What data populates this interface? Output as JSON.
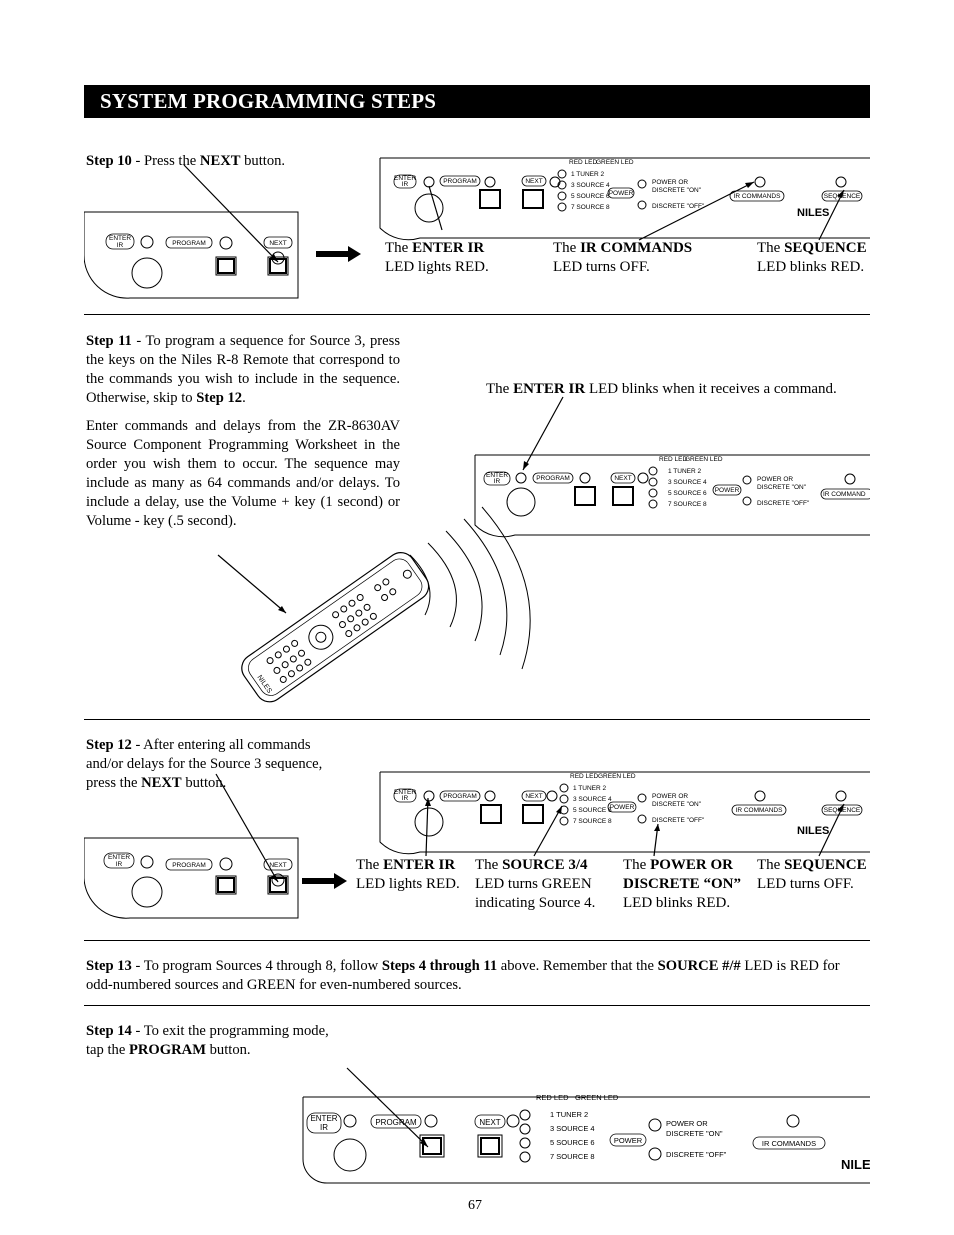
{
  "page_title": "SYSTEM PROGRAMMING STEPS",
  "page_number": "67",
  "panel": {
    "enter_ir": "ENTER",
    "enter_ir_2": "IR",
    "program": "PROGRAM",
    "next": "NEXT",
    "red_led": "RED LED",
    "green_led": "GREEN LED",
    "row1": "1   TUNER   2",
    "row2": "3   SOURCE  4",
    "row3": "5   SOURCE  6",
    "row4": "7   SOURCE  8",
    "power": "POWER",
    "power_or": "POWER OR",
    "discrete_on": "DISCRETE \"ON\"",
    "discrete_off": "DISCRETE \"OFF\"",
    "ir_commands": "IR COMMANDS",
    "sequence": "SEQUENCE",
    "brand": "NILES",
    "brand_cut": "NILE",
    "ir_command_cut": "IR COMMAND"
  },
  "remote_brand": "NILES",
  "step10": {
    "bold": "Step 10",
    "t1": " - Press the ",
    "bold2": "NEXT",
    "t2": " button."
  },
  "step10_captions": {
    "c1_pre": "The ",
    "c1_bold": "ENTER IR",
    "c1_post": "LED lights RED.",
    "c2_pre": "The ",
    "c2_bold": "IR COMMANDS",
    "c2_post": "LED turns OFF.",
    "c3_pre": "The ",
    "c3_bold": "SEQUENCE",
    "c3_post": "LED blinks RED."
  },
  "step11": {
    "bold": "Step 11",
    "t1": " - To program a sequence for Source 3, press the keys on the Niles R-8 Remote that correspond to the commands you wish to include in the sequence. Otherwise, skip to ",
    "bold2": "Step 12",
    "t2": ".",
    "p2": "Enter commands and delays from the ZR-8630AV Source Component Programming Worksheet in the order you wish them to occur. The sequence may include as many as 64 commands and/or delays. To include a delay, use the Volume + key (1 second) or Volume - key (.5 second)."
  },
  "step11_caption": {
    "pre": "The ",
    "bold": "ENTER IR",
    "post": " LED blinks when it receives a command."
  },
  "step12": {
    "bold": "Step 12",
    "t1": " - After entering all commands and/or delays for the Source 3 sequence, press the ",
    "bold2": "NEXT",
    "t2": " button."
  },
  "step12_captions": {
    "c1_pre": "The ",
    "c1_bold": "ENTER IR",
    "c1_post": "LED lights RED.",
    "c2_pre": "The ",
    "c2_bold": "SOURCE 3/4",
    "c2_post1": "LED turns GREEN",
    "c2_post2": "indicating Source 4.",
    "c3_pre": "The ",
    "c3_bold1": "POWER OR",
    "c3_bold2": "DISCRETE “ON”",
    "c3_post": "LED blinks RED.",
    "c4_pre": "The ",
    "c4_bold": "SEQUENCE",
    "c4_post": "LED turns OFF."
  },
  "step13": {
    "bold": "Step 13",
    "t1": " - To program Sources 4 through 8, follow ",
    "bold2": "Steps 4 through 11",
    "t2": " above. Remember that the ",
    "bold3": "SOURCE #/#",
    "t3": " LED is RED for odd-numbered sources and GREEN for even-numbered sources."
  },
  "step14": {
    "bold": "Step 14",
    "t1": " - To exit the programming mode,",
    "t2": "tap the ",
    "bold2": "PROGRAM",
    "t3": " button."
  }
}
